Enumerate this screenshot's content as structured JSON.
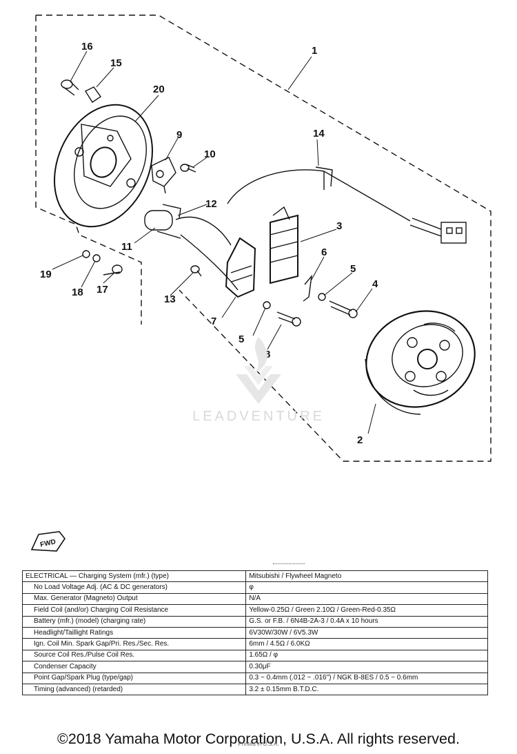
{
  "diagram": {
    "callouts": [
      {
        "id": "c1",
        "text": "1"
      },
      {
        "id": "c2",
        "text": "2"
      },
      {
        "id": "c3",
        "text": "3"
      },
      {
        "id": "c4",
        "text": "4"
      },
      {
        "id": "c5a",
        "text": "5"
      },
      {
        "id": "c5b",
        "text": "5"
      },
      {
        "id": "c6",
        "text": "6"
      },
      {
        "id": "c7",
        "text": "7"
      },
      {
        "id": "c8",
        "text": "8"
      },
      {
        "id": "c9",
        "text": "9"
      },
      {
        "id": "c10",
        "text": "10"
      },
      {
        "id": "c11",
        "text": "11"
      },
      {
        "id": "c12",
        "text": "12"
      },
      {
        "id": "c13",
        "text": "13"
      },
      {
        "id": "c14",
        "text": "14"
      },
      {
        "id": "c15",
        "text": "15"
      },
      {
        "id": "c16",
        "text": "16"
      },
      {
        "id": "c17",
        "text": "17"
      },
      {
        "id": "c18",
        "text": "18"
      },
      {
        "id": "c19",
        "text": "19"
      },
      {
        "id": "c20",
        "text": "20"
      }
    ]
  },
  "watermark": {
    "text": "LEADVENTURE",
    "logo_icon": "leadventure-flame-logo-icon"
  },
  "fwd_badge": {
    "text": "FWD",
    "icon": "forward-arrow-icon"
  },
  "spec_table": {
    "rows": [
      {
        "label": "ELECTRICAL — Charging System (mfr.) (type)",
        "value": "Mitsubishi  /  Flywheel Magneto"
      },
      {
        "label": "No Load Voltage Adj. (AC & DC generators)",
        "value": "φ"
      },
      {
        "label": "Max. Generator (Magneto) Output",
        "value": "N/A"
      },
      {
        "label": "Field Coil (and/or) Charging Coil Resistance",
        "value": "Yellow-0.25Ω  /  Green 2.10Ω  /  Green-Red-0.35Ω"
      },
      {
        "label": "Battery (mfr.) (model) (charging rate)",
        "value": "G.S. or F.B.  /  6N4B-2A-3  /  0.4A x 10 hours"
      },
      {
        "label": "Headlight/Taillight Ratings",
        "value": "6V30W/30W  /  6V5.3W"
      },
      {
        "label": "Ign. Coil Min. Spark Gap/Pri. Res./Sec. Res.",
        "value": "6mm  /  4.5Ω  /  6.0KΩ"
      },
      {
        "label": "Source Coil Res./Pulse Coil Res.",
        "value": "1.65Ω  /  φ"
      },
      {
        "label": "Condenser Capacity",
        "value": "0.30μF"
      },
      {
        "label": "Point Gap/Spark Plug (type/gap)",
        "value": "0.3 ~ 0.4mm (.012 ~ .016\") / NGK B-8ES / 0.5 ~ 0.6mm"
      },
      {
        "label": "Timing (advanced) (retarded)",
        "value": "3.2 ± 0.15mm B.T.D.C."
      }
    ]
  },
  "copyright": "©2018 Yamaha Motor Corporation, U.S.A. All rights reserved.",
  "stamp": "Printed in U.S.A."
}
